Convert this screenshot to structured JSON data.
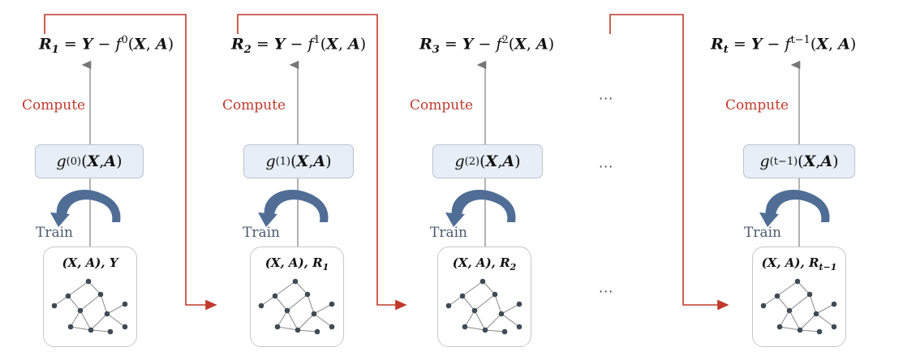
{
  "labels": {
    "compute": "Compute",
    "train": "Train",
    "ellipsis": "···"
  },
  "colors": {
    "red": "#c0392b",
    "arrow_gray": "#777777",
    "curve_blue": "#4f6d95",
    "box_fill": "#e7eef7"
  },
  "stages": [
    {
      "residual_sub": "1",
      "f_sup": "0",
      "g_sup": "(0)",
      "data_label": "(X, A), Y",
      "data_sub": ""
    },
    {
      "residual_sub": "2",
      "f_sup": "1",
      "g_sup": "(1)",
      "data_label": "(X, A), R",
      "data_sub": "1"
    },
    {
      "residual_sub": "3",
      "f_sup": "2",
      "g_sup": "(2)",
      "data_label": "(X, A), R",
      "data_sub": "2"
    },
    {
      "residual_sub": "t",
      "f_sup": "t−1",
      "g_sup": "(t−1)",
      "data_label": "(X, A), R",
      "data_sub": "t−1"
    }
  ]
}
